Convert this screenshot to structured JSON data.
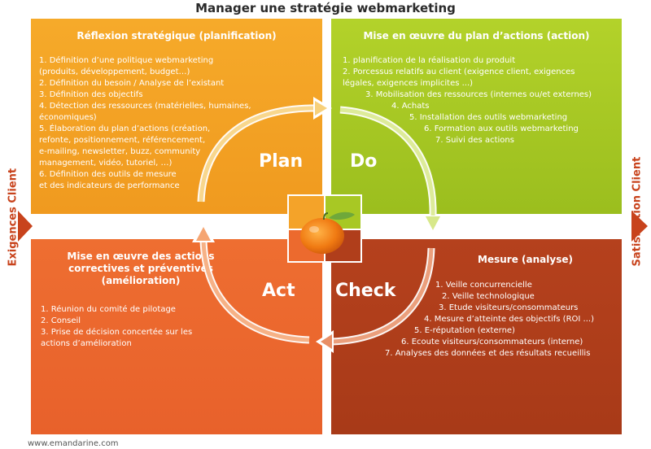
{
  "title": "Manager une stratégie webmarketing",
  "side_left": "Exigences Client",
  "side_right": "Satisfaction Client",
  "footer": "www.emandarine.com",
  "cycle": {
    "plan": "Plan",
    "do": "Do",
    "act": "Act",
    "check": "Check"
  },
  "plan": {
    "title": "Réflexion stratégique (planification)",
    "items": [
      "1.     Définition d’une politique webmarketing",
      "         (produits, développement, budget…)",
      "2.     Définition du besoin / Analyse de l’existant",
      "3.     Définition des objectifs",
      "4.     Détection des ressources (matérielles, humaines,",
      "économiques)",
      "5.     Élaboration du plan d’actions (création,",
      "refonte, positionnement, référencement,",
      "e-mailing, newsletter, buzz, community",
      "management, vidéo, tutoriel, …)",
      "6.     Définition des outils de mesure",
      "et des indicateurs de performance"
    ]
  },
  "do": {
    "title": "Mise en œuvre du plan d’actions (action)",
    "items": [
      "1.     planification de la réalisation du produit",
      "2.     Porcessus relatifs au client (exigence client, exigences",
      "légales, exigences implicites ...)",
      "3.     Mobilisation des ressources (internes ou/et externes)",
      "4.  Achats",
      "5.  Installation des outils webmarketing",
      "6.     Formation aux outils webmarketing",
      "7.  Suivi des actions"
    ]
  },
  "act": {
    "title": "Mise en œuvre des actions correctives et préventives (amélioration)",
    "title_lines": [
      "Mise en œuvre des actions",
      "correctives et préventives",
      "(amélioration)"
    ],
    "items": [
      "1.     Réunion du comité de pilotage",
      "2.     Conseil",
      "3.     Prise de décision concertée sur les",
      "actions d’amélioration"
    ]
  },
  "check": {
    "title": "Mesure (analyse)",
    "items": [
      "1.     Veille concurrencielle",
      "2.  Veille technologique",
      "3.  Etude visiteurs/consommateurs",
      "4.  Mesure d’atteinte des objectifs (ROI ...)",
      "5.  E-réputation (externe)",
      "6.  Ecoute visiteurs/consommateurs (interne)",
      "7.  Analyses des données et des résultats recueillis"
    ]
  },
  "colors": {
    "plan": "#f4a329",
    "do": "#a8c824",
    "act": "#ec6a2e",
    "check": "#b03e1b",
    "accent": "#c8431c"
  },
  "icons": {
    "center": "mandarine-icon"
  }
}
